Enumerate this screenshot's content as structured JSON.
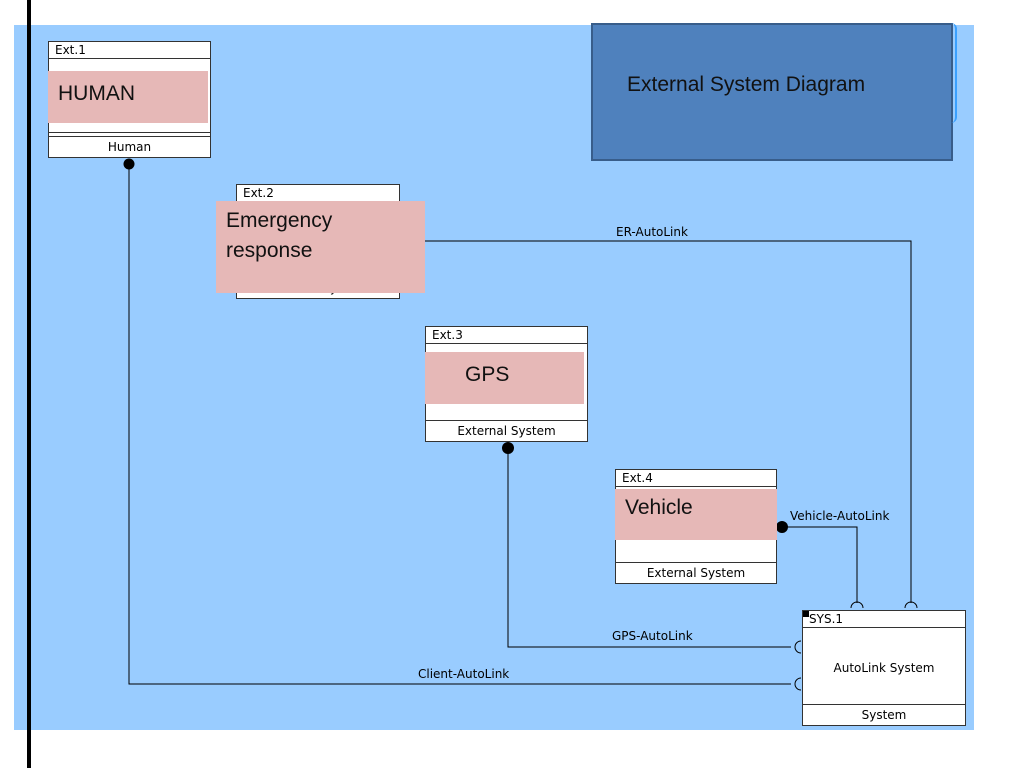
{
  "diagram": {
    "title": "External System Diagram",
    "blocks": [
      {
        "key": "ext1",
        "id": "Ext.1",
        "name": "HUMAN",
        "type": "Human"
      },
      {
        "key": "ext2",
        "id": "Ext.2",
        "name": "Emergency response",
        "type": "External System"
      },
      {
        "key": "ext3",
        "id": "Ext.3",
        "name": "GPS",
        "type": "External System"
      },
      {
        "key": "ext4",
        "id": "Ext.4",
        "name": "Vehicle",
        "type": "External System"
      },
      {
        "key": "sys1",
        "id": "SYS.1",
        "name": "AutoLink System",
        "type": "System"
      }
    ],
    "links": [
      {
        "label": "ER-AutoLink",
        "from": "Ext.2",
        "to": "SYS.1"
      },
      {
        "label": "Vehicle-AutoLink",
        "from": "Ext.4",
        "to": "SYS.1"
      },
      {
        "label": "GPS-AutoLink",
        "from": "Ext.3",
        "to": "SYS.1"
      },
      {
        "label": "Client-AutoLink",
        "from": "Ext.1",
        "to": "SYS.1"
      }
    ]
  },
  "colors": {
    "canvas": "#99ccff",
    "title_box": "#4f81bd",
    "highlight": "#e6b8b7"
  }
}
